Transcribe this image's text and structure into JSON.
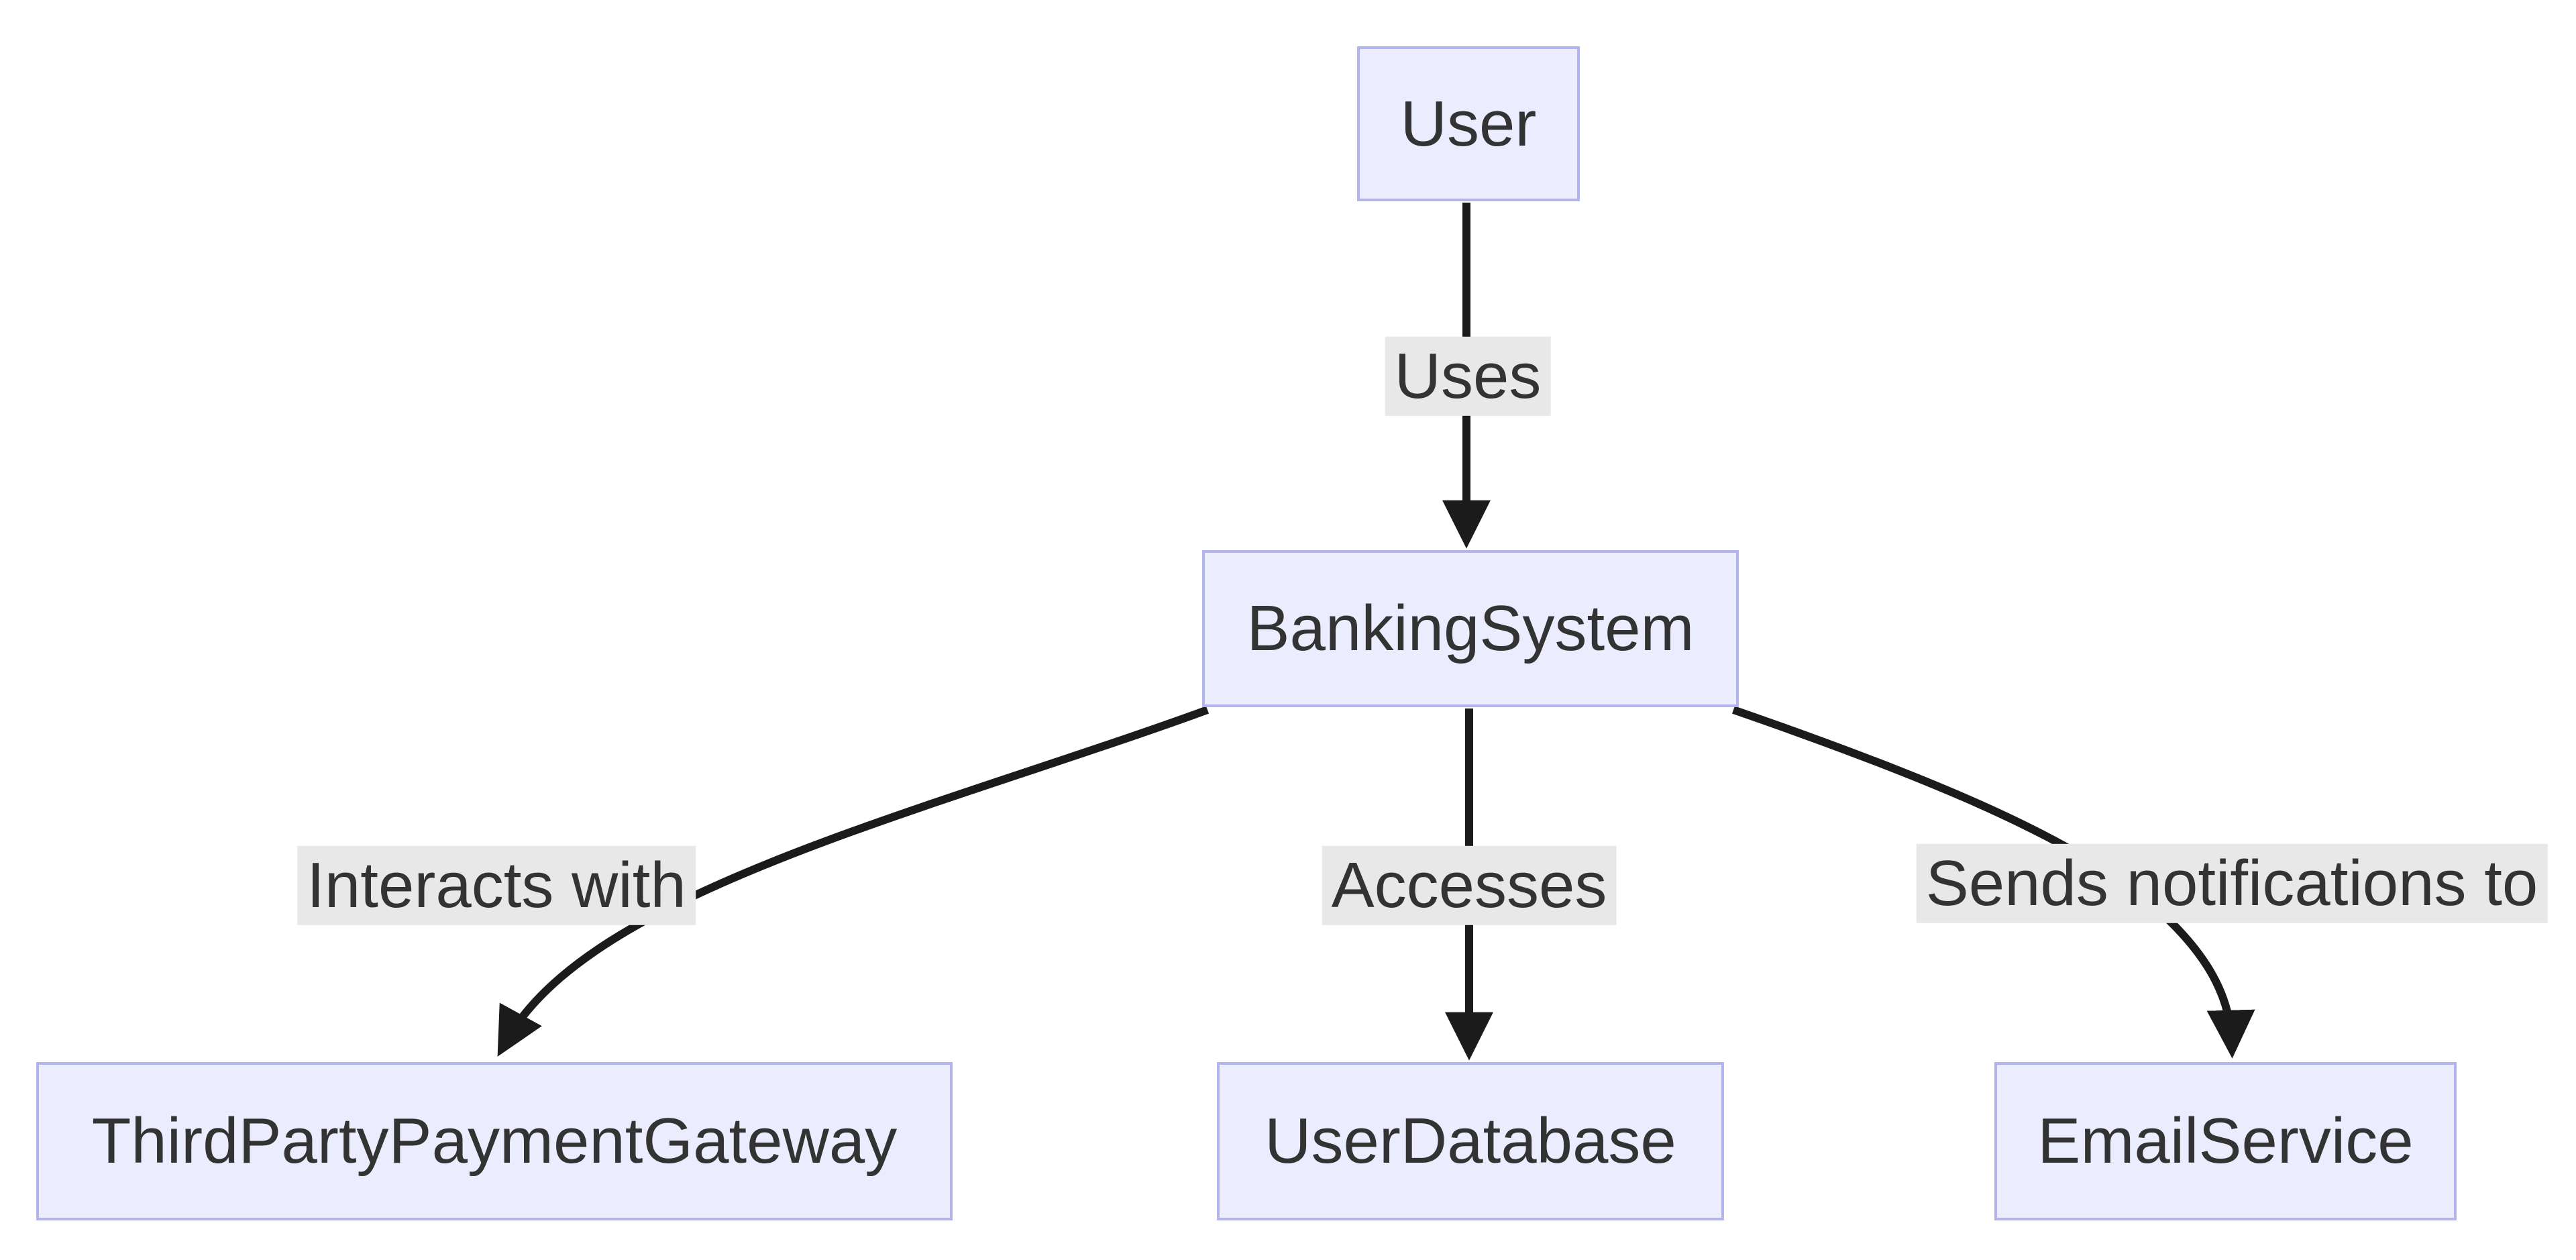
{
  "diagram": {
    "type": "flowchart",
    "direction": "top-down",
    "nodes": {
      "user": {
        "label": "User"
      },
      "banking_system": {
        "label": "BankingSystem"
      },
      "third_party_payment_gateway": {
        "label": "ThirdPartyPaymentGateway"
      },
      "user_database": {
        "label": "UserDatabase"
      },
      "email_service": {
        "label": "EmailService"
      }
    },
    "edges": {
      "uses": {
        "from": "User",
        "to": "BankingSystem",
        "label": "Uses"
      },
      "interacts_with": {
        "from": "BankingSystem",
        "to": "ThirdPartyPaymentGateway",
        "label": "Interacts with"
      },
      "accesses": {
        "from": "BankingSystem",
        "to": "UserDatabase",
        "label": "Accesses"
      },
      "sends_notifications_to": {
        "from": "BankingSystem",
        "to": "EmailService",
        "label": "Sends notifications to"
      }
    },
    "colors": {
      "background": "#ffffff",
      "node_fill": "#ECECFF",
      "node_border": "#b3b5ea",
      "node_text": "#333333",
      "edge_stroke": "#1b1b1b",
      "edge_label_bg": "#e8e8e8",
      "edge_label_text": "#333333"
    }
  }
}
